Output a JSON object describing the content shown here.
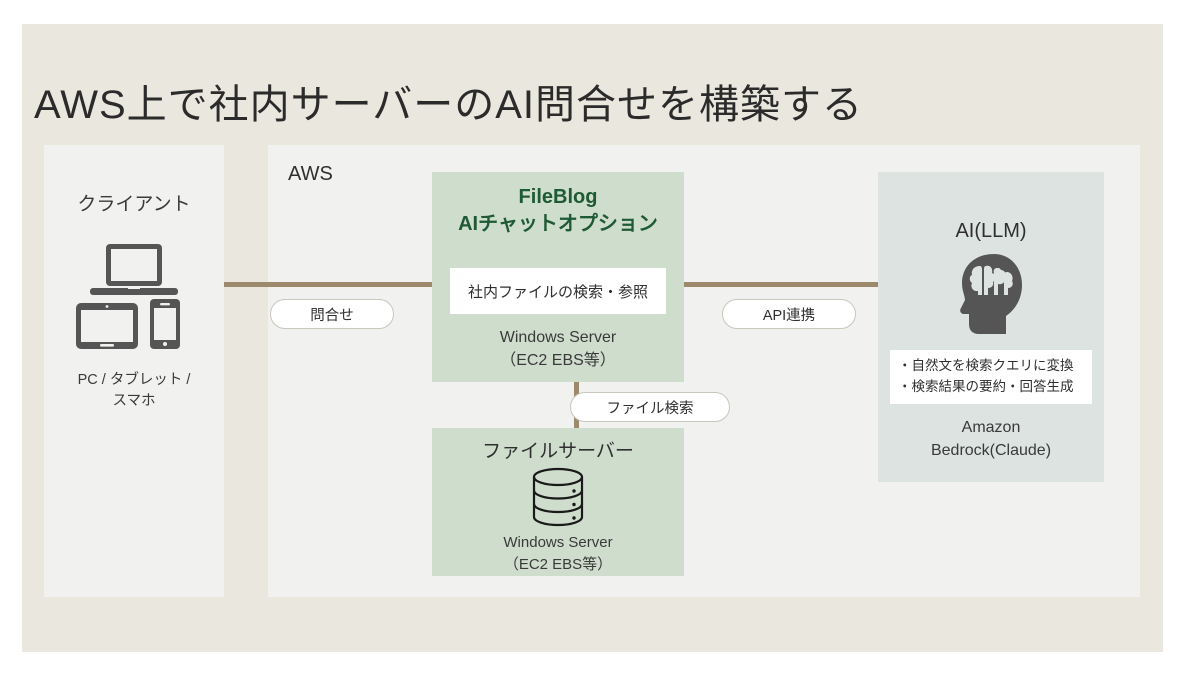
{
  "slide": {
    "title": "AWS上で社内サーバーのAI問合せを構築する",
    "background_color": "#eae7de",
    "panel_color": "#f1f1f0",
    "connector_color": "#9d8a6c",
    "green_box_color": "#cfddcd",
    "ai_box_color": "#dde3e0",
    "accent_text_color": "#1e5a33"
  },
  "client": {
    "title": "クライアント",
    "icons": [
      "laptop-icon",
      "tablet-icon",
      "smartphone-icon"
    ],
    "caption_line1": "PC / タブレット /",
    "caption_line2": "スマホ"
  },
  "aws": {
    "label": "AWS"
  },
  "fileblog": {
    "title_line1": "FileBlog",
    "title_line2": "AIチャットオプション",
    "inner_label": "社内ファイルの検索・参照",
    "footer_line1": "Windows Server",
    "footer_line2": "（EC2 EBS等）"
  },
  "fileserver": {
    "title": "ファイルサーバー",
    "icon": "database-cylinder-icon",
    "footer_line1": "Windows Server",
    "footer_line2": "（EC2 EBS等）"
  },
  "ai": {
    "title": "AI(LLM)",
    "icon": "head-brain-icon",
    "bullet1": "・自然文を検索クエリに変換",
    "bullet2": "・検索結果の要約・回答生成",
    "footer_line1": "Amazon",
    "footer_line2": "Bedrock(Claude)"
  },
  "connectors": {
    "client_to_fileblog_label": "問合せ",
    "fileblog_to_ai_label": "API連携",
    "fileblog_to_fileserver_label": "ファイル検索"
  }
}
